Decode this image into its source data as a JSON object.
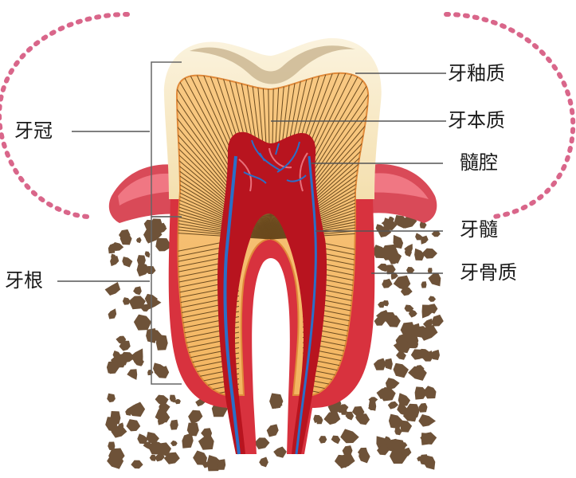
{
  "labels": {
    "enamel": "牙釉质",
    "dentin": "牙本质",
    "pulp_cavity": "髓腔",
    "pulp": "牙髓",
    "cementum": "牙骨质",
    "crown": "牙冠",
    "root": "牙根"
  },
  "colors": {
    "enamel": "#f7e9c4",
    "dentin": "#f5c27a",
    "dentin_lines": "#6b4a1e",
    "pulp": "#c0202a",
    "nerve": "#2a6fc8",
    "gum": "#d94a58",
    "bone": "#6e5238",
    "dots": "#d9668a",
    "leader": "#555555"
  }
}
